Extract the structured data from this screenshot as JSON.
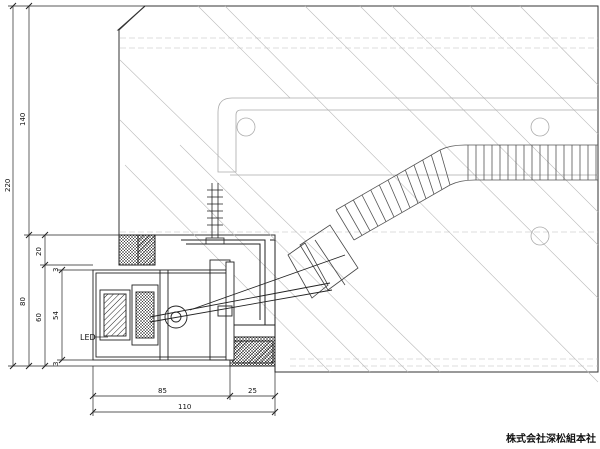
{
  "dimensions": {
    "overall_height": "220",
    "upper_height": "140",
    "top_gap": "20",
    "frame_height": "80",
    "inner_height": "60",
    "inner_detail": "54",
    "bottom_top_small": "3",
    "bottom_small": "3",
    "width_main": "85",
    "width_side": "25",
    "width_total": "110"
  },
  "labels": {
    "led": "LED"
  },
  "company": "株式会社深松組本社"
}
